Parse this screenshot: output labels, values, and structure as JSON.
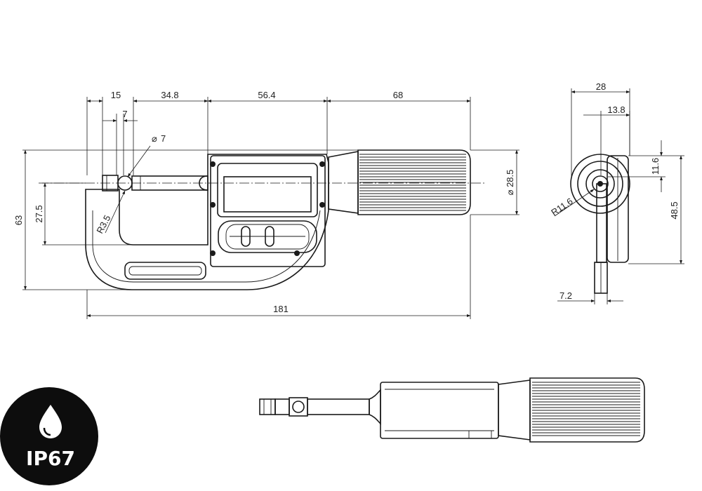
{
  "front_view": {
    "dims": {
      "d15": "15",
      "d348": "34.8",
      "d564": "56.4",
      "d68": "68",
      "d7": "7",
      "dia7": "7",
      "r35": "R3.5",
      "d275": "27.5",
      "d63": "63",
      "dia285": "28.5",
      "d181": "181"
    }
  },
  "side_view": {
    "dims": {
      "d28": "28",
      "d138": "13.8",
      "d116": "11.6",
      "d485": "48.5",
      "r116": "R11.6",
      "d72": "7.2"
    }
  },
  "badge": {
    "label": "IP67",
    "icon": "water-drop-icon",
    "color": "#0d0d0d"
  }
}
